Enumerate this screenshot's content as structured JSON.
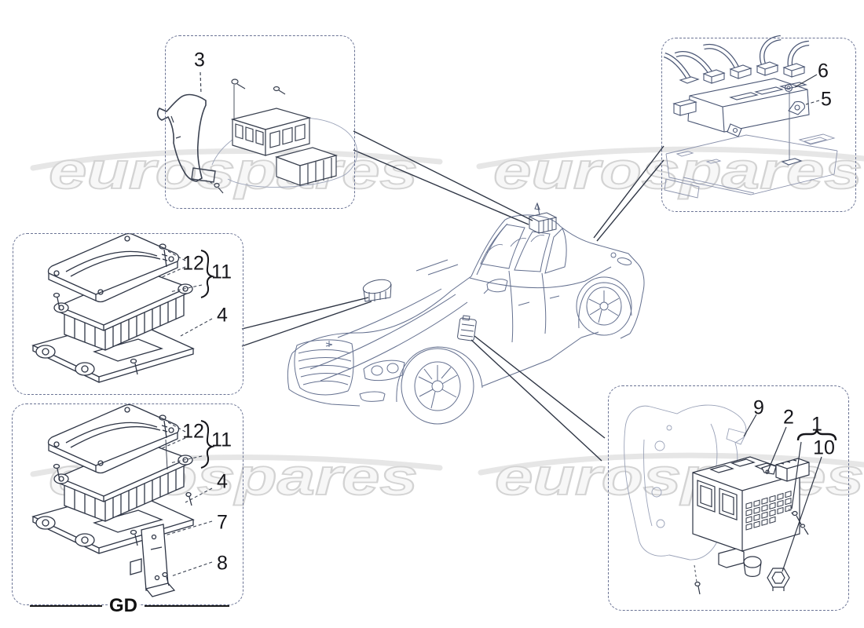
{
  "watermark": {
    "text": "eurospares",
    "color": "#cfcfcf"
  },
  "colors": {
    "background": "#ffffff",
    "box_border": "#6a7394",
    "line_art_light": "#64708f",
    "line_art_dark": "#2e3545",
    "callout_text": "#15151a",
    "watermark_gray": "#cfcfcf"
  },
  "panels": {
    "top_left": {
      "callouts": {
        "c3": "3"
      }
    },
    "top_right": {
      "callouts": {
        "c6": "6",
        "c5": "5"
      }
    },
    "mid_left": {
      "callouts": {
        "c12": "12",
        "c11": "11",
        "c4": "4"
      }
    },
    "bottom_left": {
      "callouts": {
        "c12": "12",
        "c11": "11",
        "c4": "4",
        "c7": "7",
        "c8": "8"
      },
      "caption": "GD"
    },
    "bottom_right": {
      "callouts": {
        "c9": "9",
        "c2": "2",
        "c1": "1",
        "c10": "10"
      }
    }
  }
}
